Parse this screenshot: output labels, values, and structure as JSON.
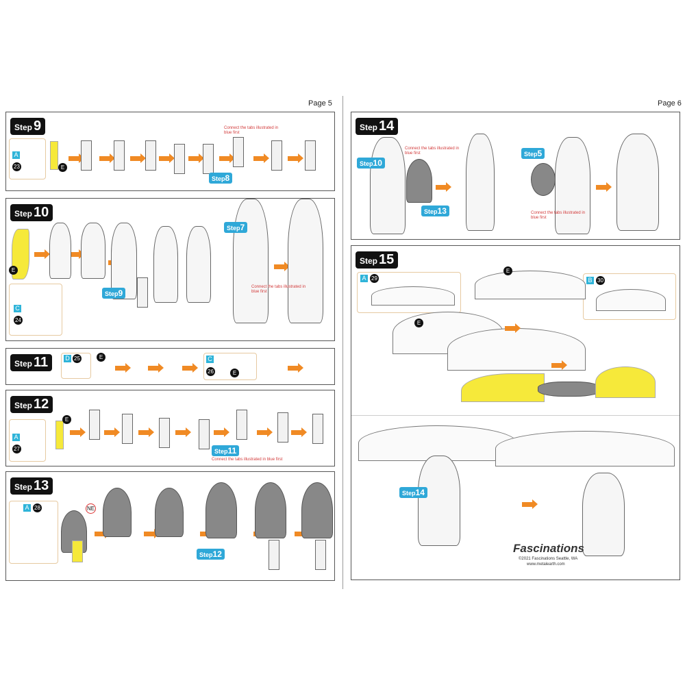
{
  "pages": [
    {
      "label": "Page 5"
    },
    {
      "label": "Page 6"
    }
  ],
  "step_word": "Step",
  "steps": {
    "s9": "9",
    "s10": "10",
    "s11": "11",
    "s12": "12",
    "s13": "13",
    "s14": "14",
    "s15": "15"
  },
  "parts": {
    "a23": "A",
    "n23": "23",
    "e9": "E",
    "e10": "E",
    "c24": "C",
    "n24": "24",
    "d25": "D",
    "n25": "25",
    "e11a": "E",
    "c26": "C",
    "n26": "26",
    "e11b": "E",
    "a27": "A",
    "n27": "27",
    "e12": "E",
    "a28": "A",
    "n28": "28",
    "ne13": "NE",
    "a29": "A",
    "n29": "29",
    "b30": "B",
    "n30": "30",
    "e15a": "E",
    "e15b": "E"
  },
  "callouts": {
    "c8": "8",
    "c9": "9",
    "c7": "7",
    "c11": "11",
    "c12": "12",
    "c10": "10",
    "c13": "13",
    "c5": "5",
    "c14": "14"
  },
  "note": "Connect the tabs illustrated in blue first",
  "footer": {
    "brand": "Fascinations",
    "copyright": "©2021 Fascinations Seattle, WA",
    "url": "www.metalearth.com"
  }
}
